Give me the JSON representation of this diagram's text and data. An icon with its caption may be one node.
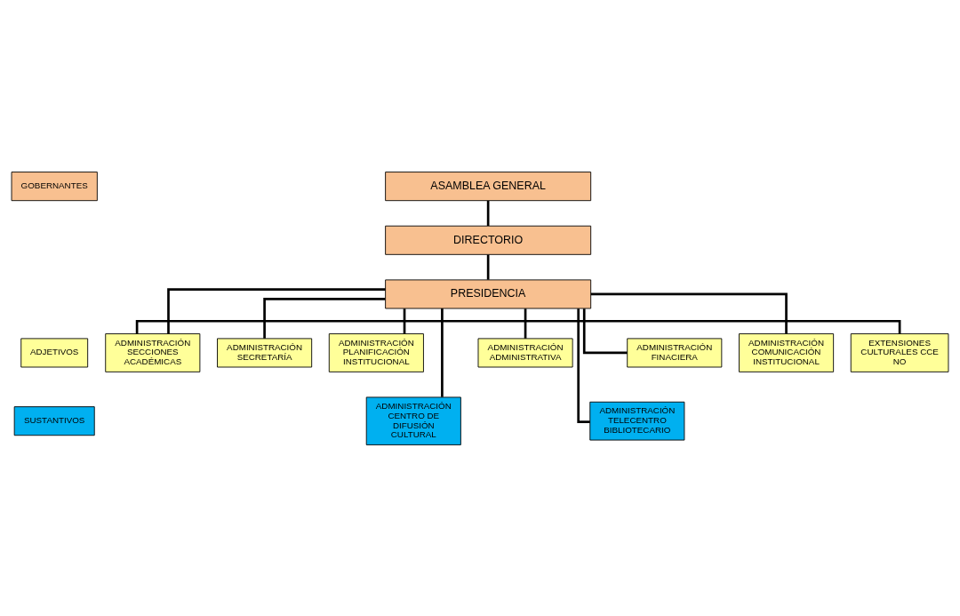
{
  "diagram": {
    "nodes": [
      {
        "text": [
          "GOBERNANTES"
        ]
      },
      {
        "text": [
          "ADJETIVOS"
        ]
      },
      {
        "text": [
          "SUSTANTIVOS"
        ]
      },
      {
        "text": [
          "ASAMBLEA GENERAL"
        ]
      },
      {
        "text": [
          "DIRECTORIO"
        ]
      },
      {
        "text": [
          "PRESIDENCIA"
        ]
      },
      {
        "text": [
          "ADMINISTRACIÓN COMUNICACIÓN INSTITUCIONAL"
        ]
      },
      {
        "text": [
          "ADMINISTRACIÓN SECCIONES ACADÉMICAS"
        ]
      },
      {
        "text": [
          "EXTENSIONES CULTURALES CCE NO"
        ]
      },
      {
        "text": [
          "ADMINISTRACIÓN SECRETARÍA"
        ]
      },
      {
        "text": [
          "ADMINISTRACIÓN PLANIFICACIÓN INSTITUCIONAL"
        ]
      },
      {
        "text": [
          "ADMINISTRACIÓN FINACIERA"
        ]
      },
      {
        "text": [
          "ADMINISTRACIÓN ADMINISTRATIVA"
        ]
      },
      {
        "text": [
          "ADMINISTRACIÓN CENTRO DE DIFUSIÓN CULTURAL"
        ]
      },
      {
        "text": [
          "ADMINISTRACIÓN TELECENTRO BIBLIOTECARIO"
        ]
      }
    ],
    "edges": [
      {
        "from": 3,
        "to": 4,
        "arrow": "none"
      },
      {
        "from": 4,
        "to": 5,
        "arrow": "none"
      },
      {
        "from": 5,
        "to": 6,
        "arrow": "none"
      },
      {
        "from": 5,
        "to": 7,
        "arrow": "none"
      },
      {
        "from": 7,
        "to": 8,
        "arrow": "none"
      },
      {
        "from": 5,
        "to": 9,
        "arrow": "none"
      },
      {
        "from": 5,
        "to": 10,
        "arrow": "none"
      },
      {
        "from": 5,
        "to": 11,
        "arrow": "none"
      },
      {
        "from": 5,
        "to": 12,
        "arrow": "none"
      },
      {
        "from": 5,
        "to": 13,
        "arrow": "none"
      },
      {
        "from": 5,
        "to": 14,
        "arrow": "none"
      }
    ]
  }
}
